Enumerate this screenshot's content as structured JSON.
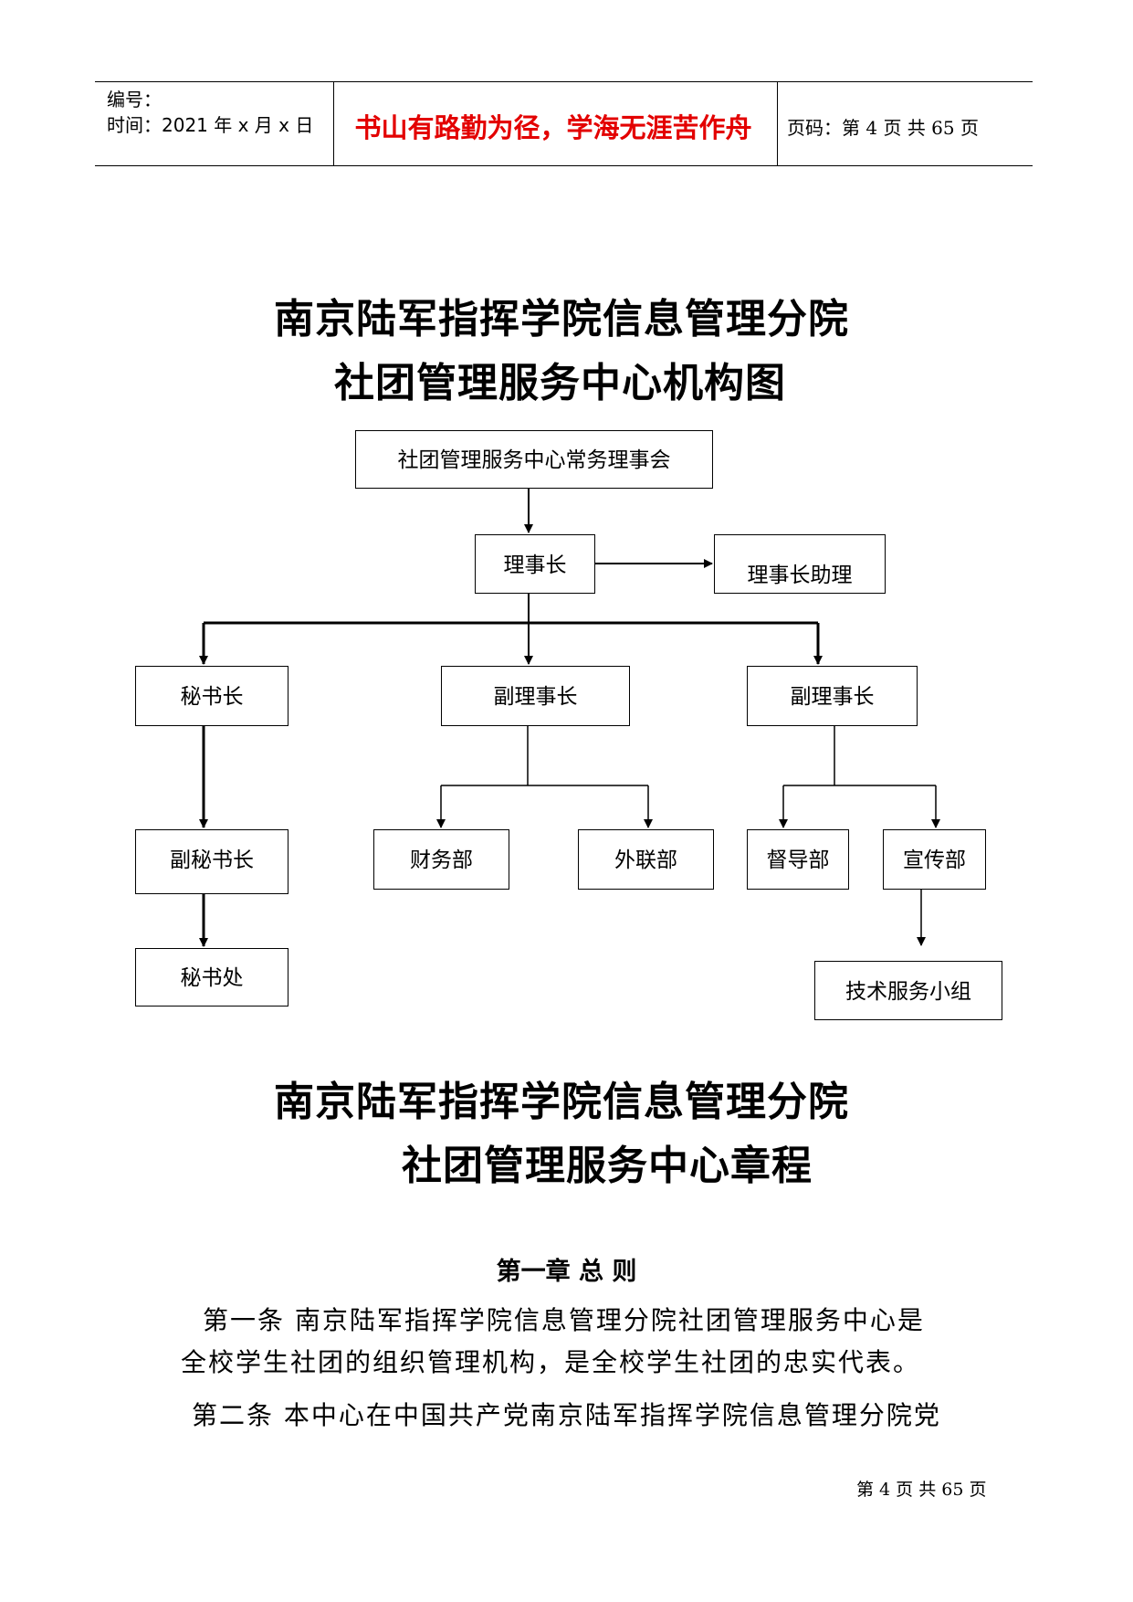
{
  "header": {
    "serial_label": "编号：",
    "time_label": "时间：2021 年 x 月 x 日",
    "motto": "书山有路勤为径，学海无涯苦作舟",
    "page_info": "页码：第 4 页  共 65 页"
  },
  "org_chart_title": {
    "line1": "南京陆军指挥学院信息管理分院",
    "line2": "社团管理服务中心机构图"
  },
  "org_chart": {
    "council": "社团管理服务中心常务理事会",
    "chairman": "理事长",
    "chairman_assistant": "理事长助理",
    "secretary_general": "秘书长",
    "vice_chairman_1": "副理事长",
    "vice_chairman_2": "副理事长",
    "deputy_secretary_general": "副秘书长",
    "finance_dept": "财务部",
    "external_dept": "外联部",
    "supervision_dept": "督导部",
    "publicity_dept": "宣传部",
    "secretariat": "秘书处",
    "tech_group": "技术服务小组"
  },
  "charter_title": {
    "line1": "南京陆军指挥学院信息管理分院",
    "line2": "社团管理服务中心章程"
  },
  "chapter_heading": "第一章    总 则",
  "paragraphs": {
    "art1_line1": "第一条    南京陆军指挥学院信息管理分院社团管理服务中心是",
    "art1_line2": "全校学生社团的组织管理机构，是全校学生社团的忠实代表。",
    "art2_line1": "第二条  本中心在中国共产党南京陆军指挥学院信息管理分院党"
  },
  "footer": "第 4 页 共 65 页"
}
